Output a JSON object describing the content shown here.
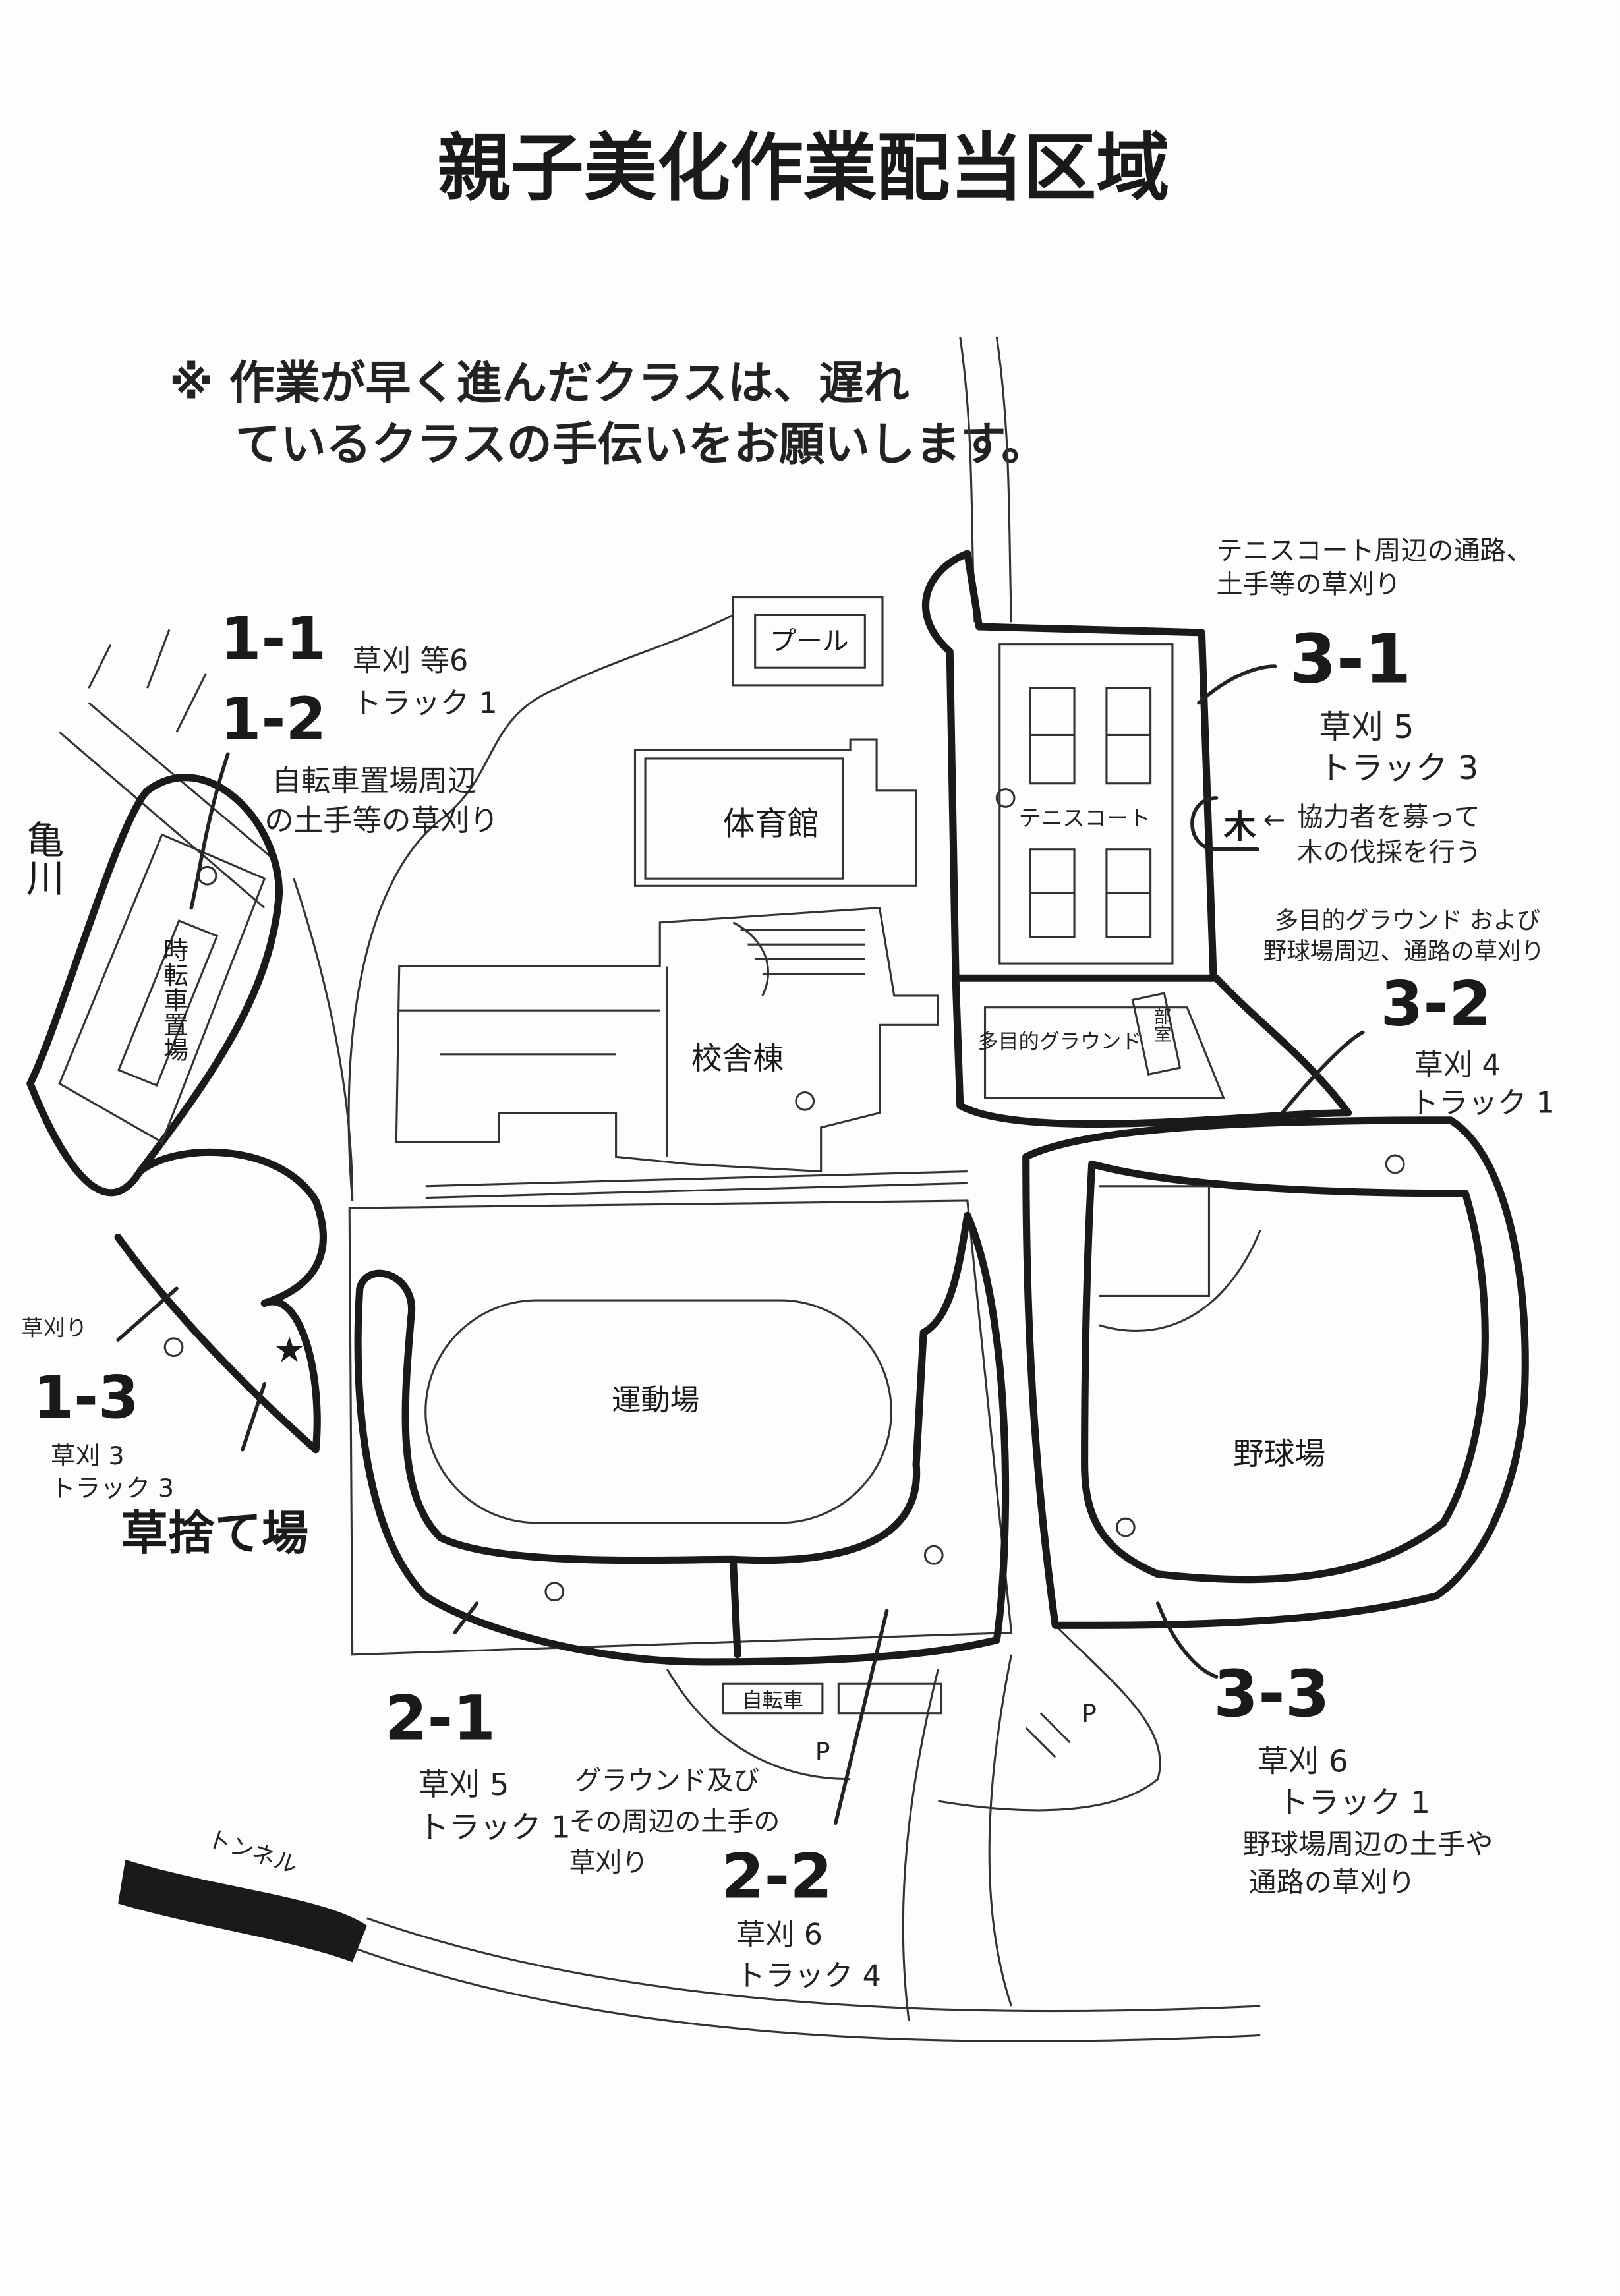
{
  "title": "親子美化作業配当区域",
  "note": {
    "line1": "※ 作業が早く進んだクラスは、遅れ",
    "line2": "ているクラスの手伝いをお願いします。"
  },
  "facilities": {
    "pool": "プール",
    "gym": "体育館",
    "school_building": "校舎棟",
    "tennis_court": "テニスコート",
    "multipurpose_ground": "多目的グラウンド",
    "club_room": "部室",
    "athletic_field": "運動場",
    "baseball_field": "野球場",
    "bicycle_parking_left": "時転車置場",
    "bicycle_parking_bottom": "自転車",
    "parking_1": "P",
    "parking_2": "P",
    "river": "亀川",
    "tunnel": "トンネル",
    "grass_dump": "草捨て場",
    "tree_mark": "木"
  },
  "zones": [
    {
      "id": "1-1",
      "detail1": "草刈 等6",
      "detail2": "トラック 1",
      "task": [
        "自転車置場周辺",
        "の土手等の草刈り"
      ]
    },
    {
      "id": "1-2"
    },
    {
      "id": "1-3",
      "extra": "草刈り",
      "detail1": "草刈 3",
      "detail2": "トラック 3"
    },
    {
      "id": "2-1",
      "detail1": "草刈 5",
      "detail2": "トラック 1",
      "task": [
        "グラウンド及び",
        "その周辺の土手の",
        "草刈り"
      ]
    },
    {
      "id": "2-2",
      "detail1": "草刈 6",
      "detail2": "トラック 4"
    },
    {
      "id": "3-1",
      "detail1": "草刈 5",
      "detail2": "トラック 3",
      "task": [
        "テニスコート周辺の通路、",
        "土手等の草刈り"
      ],
      "tree_task": [
        "協力者を募って",
        "木の伐採を行う"
      ],
      "arrow": "←"
    },
    {
      "id": "3-2",
      "detail1": "草刈 4",
      "detail2": "トラック 1",
      "task": [
        "多目的グラウンド および",
        "野球場周辺、通路の草刈り"
      ]
    },
    {
      "id": "3-3",
      "detail1": "草刈 6",
      "detail2": "トラック 1",
      "task": [
        "野球場周辺の土手や",
        "通路の草刈り"
      ]
    }
  ]
}
